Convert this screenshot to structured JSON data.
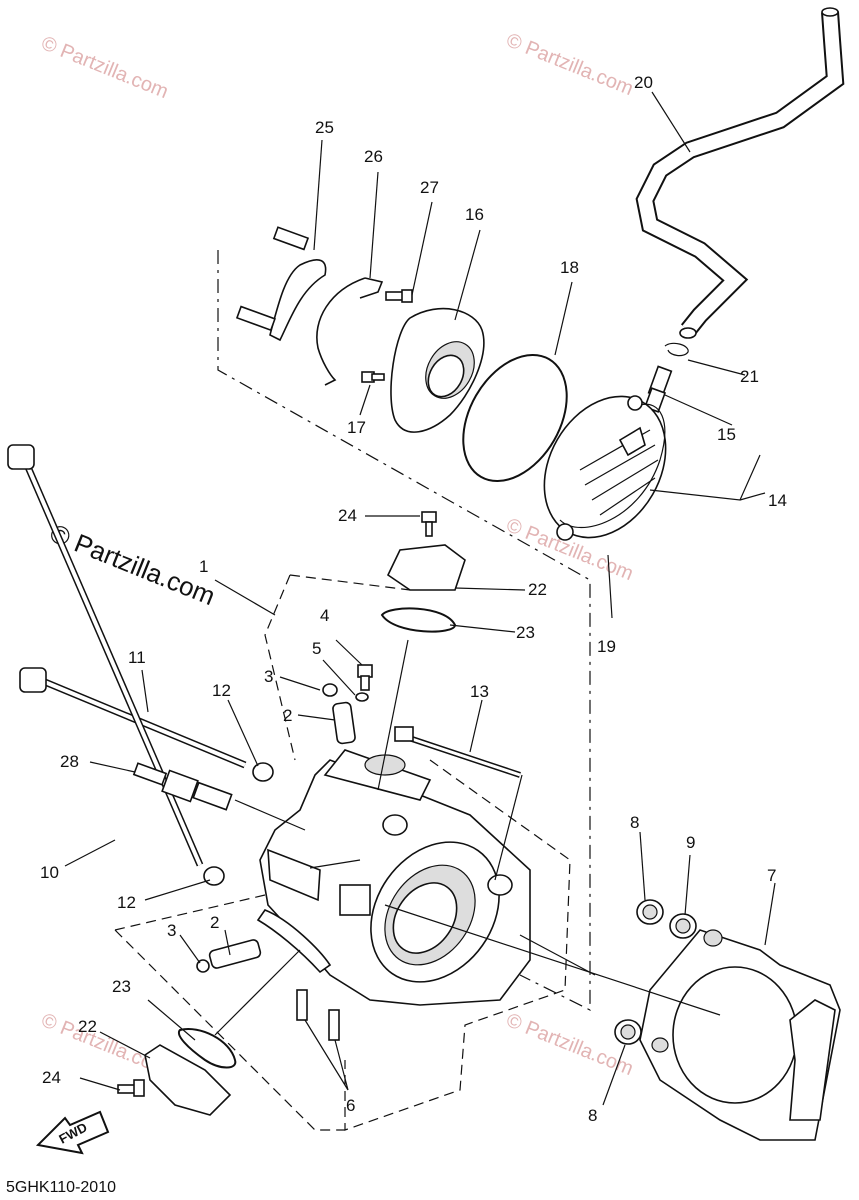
{
  "watermark": {
    "small": "© Partzilla.com",
    "big": "© Partzilla.com"
  },
  "diagram_code": "5GHK110-2010",
  "fwd_label": "FWD",
  "callouts": {
    "c1": "1",
    "c2a": "2",
    "c2b": "2",
    "c3a": "3",
    "c3b": "3",
    "c4": "4",
    "c5": "5",
    "c6": "6",
    "c7": "7",
    "c8a": "8",
    "c8b": "8",
    "c9": "9",
    "c10": "10",
    "c11": "11",
    "c12a": "12",
    "c12b": "12",
    "c13": "13",
    "c14": "14",
    "c15": "15",
    "c16": "16",
    "c17": "17",
    "c18": "18",
    "c19": "19",
    "c20": "20",
    "c21": "21",
    "c22a": "22",
    "c22b": "22",
    "c23a": "23",
    "c23b": "23",
    "c24a": "24",
    "c24b": "24",
    "c25": "25",
    "c26": "26",
    "c27": "27",
    "c28": "28"
  }
}
